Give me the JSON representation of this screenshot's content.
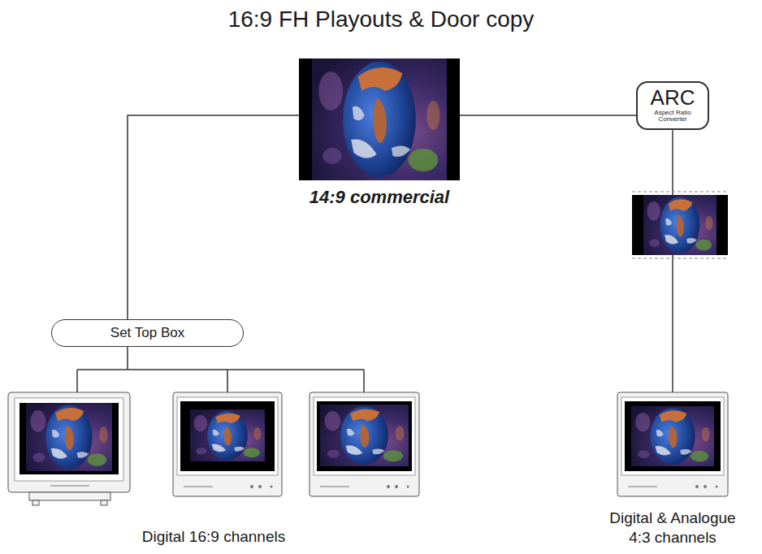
{
  "diagram": {
    "title": "16:9 FH Playouts & Door copy",
    "nodes": [
      {
        "text": [
          "14:9 commercial"
        ]
      },
      {
        "text": [
          "Set Top Box"
        ]
      },
      {
        "text": [
          "ARC",
          "Aspect Ratio Converter"
        ]
      },
      {
        "text": [
          "Digital 16:9 channels"
        ]
      },
      {
        "text": [
          "Digital & Analogue 4:3 channels"
        ]
      }
    ],
    "edges": [
      {
        "from": 0,
        "to": 1,
        "arrow": "none"
      },
      {
        "from": 0,
        "to": 2,
        "arrow": "none"
      },
      {
        "from": 1,
        "to": 3,
        "arrow": "none"
      },
      {
        "from": 2,
        "to": 4,
        "arrow": "none"
      }
    ]
  }
}
